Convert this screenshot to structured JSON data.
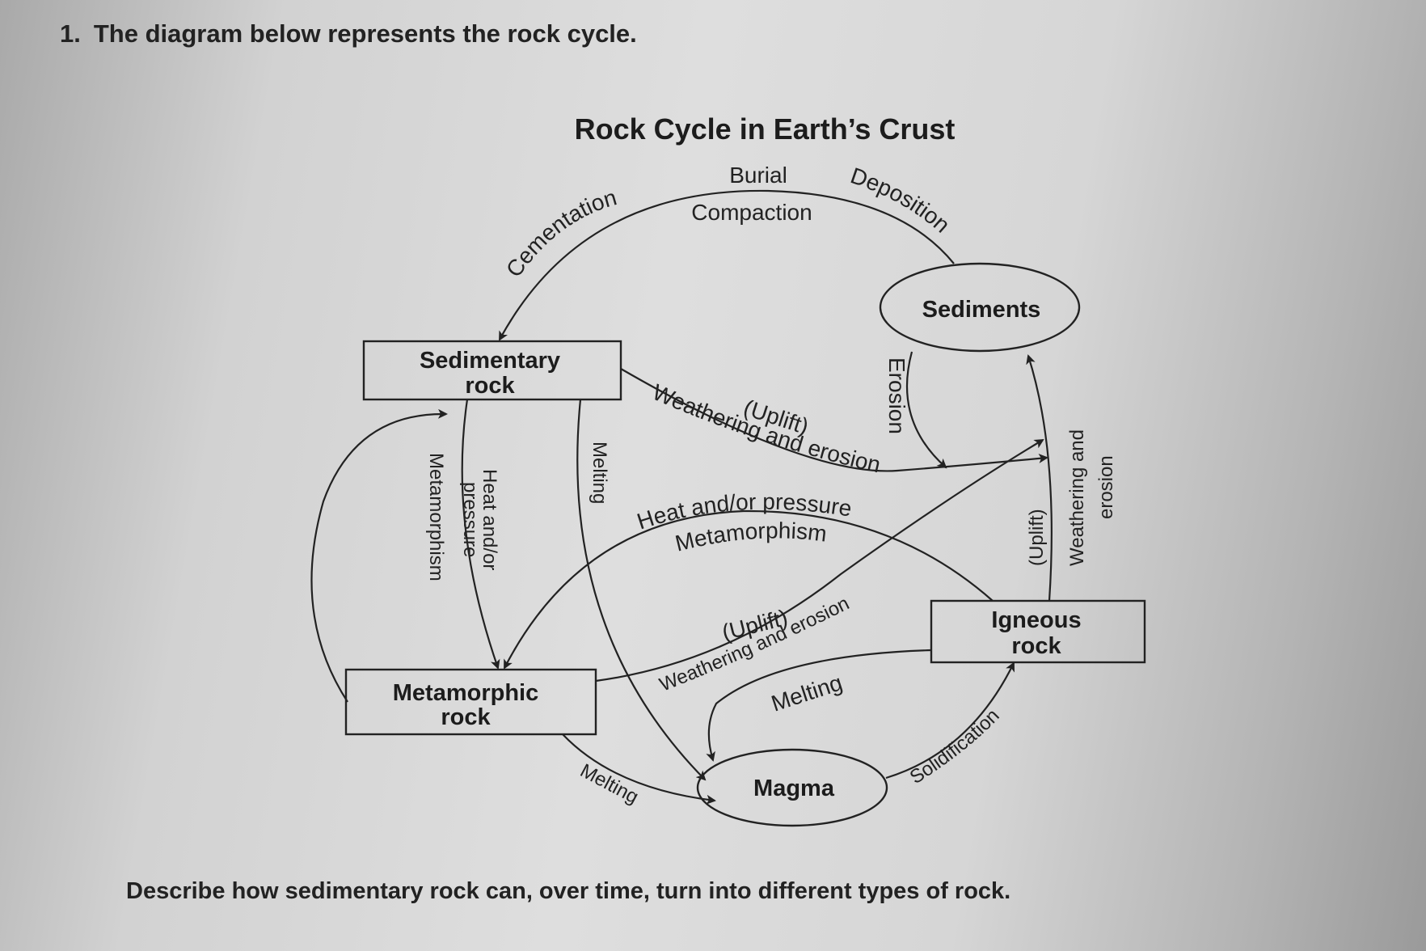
{
  "question": {
    "number": "1.",
    "text": "The diagram below represents the rock cycle."
  },
  "diagram": {
    "title": "Rock Cycle in Earth’s Crust",
    "nodes": {
      "sediments": "Sediments",
      "sedimentary_line1": "Sedimentary",
      "sedimentary_line2": "rock",
      "metamorphic_line1": "Metamorphic",
      "metamorphic_line2": "rock",
      "igneous_line1": "Igneous",
      "igneous_line2": "rock",
      "magma": "Magma"
    },
    "processes": {
      "burial": "Burial",
      "compaction": "Compaction",
      "deposition": "Deposition",
      "cementation": "Cementation",
      "erosion": "Erosion",
      "uplift_top": "(Uplift)",
      "weathering_top": "Weathering and erosion",
      "heat_pressure_mid": "Heat and/or pressure",
      "metamorphism_mid": "Metamorphism",
      "uplift_mid": "(Uplift)",
      "weathering_mid": "Weathering and erosion",
      "melting_mid": "Melting",
      "melting_left": "Melting",
      "melting_bottom": "Melting",
      "solidification": "Solidification",
      "metamorphism_left": "Metamorphism",
      "heat_pressure_left_1": "Heat and/or",
      "heat_pressure_left_2": "pressure",
      "uplift_right": "(Uplift)",
      "weathering_right_1": "Weathering and",
      "weathering_right_2": "erosion"
    }
  },
  "prompt": "Describe how sedimentary rock can, over time, turn into different types of rock."
}
